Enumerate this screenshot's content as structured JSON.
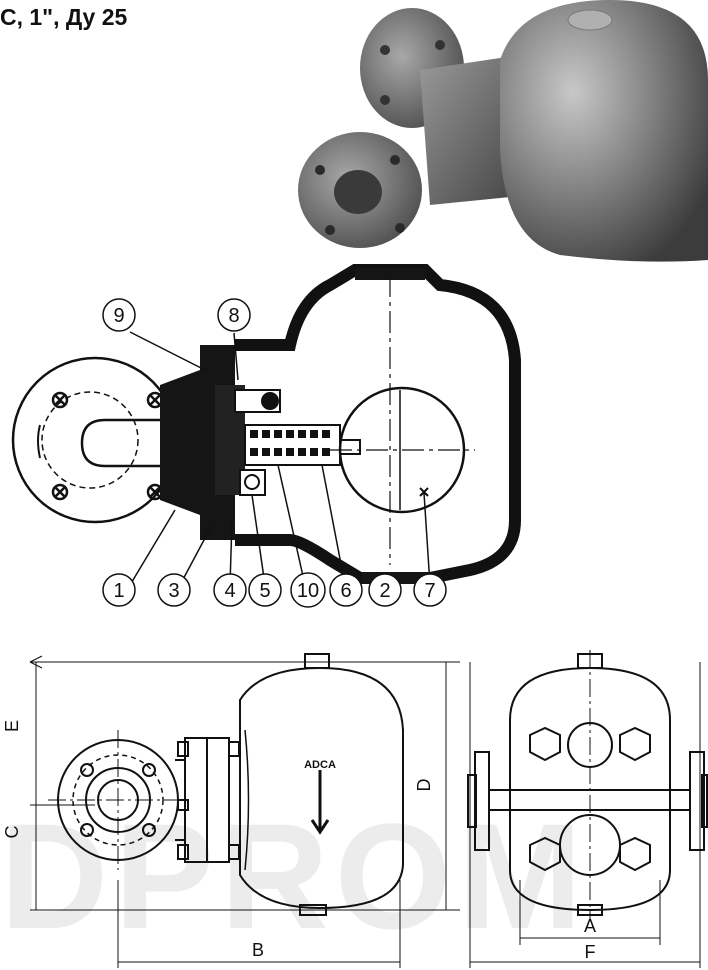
{
  "title": "С, 1\", Ду 25",
  "watermark": "DPROM",
  "callouts": [
    "9",
    "8",
    "1",
    "3",
    "4",
    "5",
    "10",
    "6",
    "2",
    "7"
  ],
  "dimensions": {
    "e": "E",
    "c": "C",
    "d": "D",
    "b": "B",
    "a": "A",
    "f": "F"
  },
  "body_marking": "ADCA",
  "colors": {
    "line": "#111111",
    "fill_dark": "#151515",
    "photo_body": "#6f6f6f"
  }
}
